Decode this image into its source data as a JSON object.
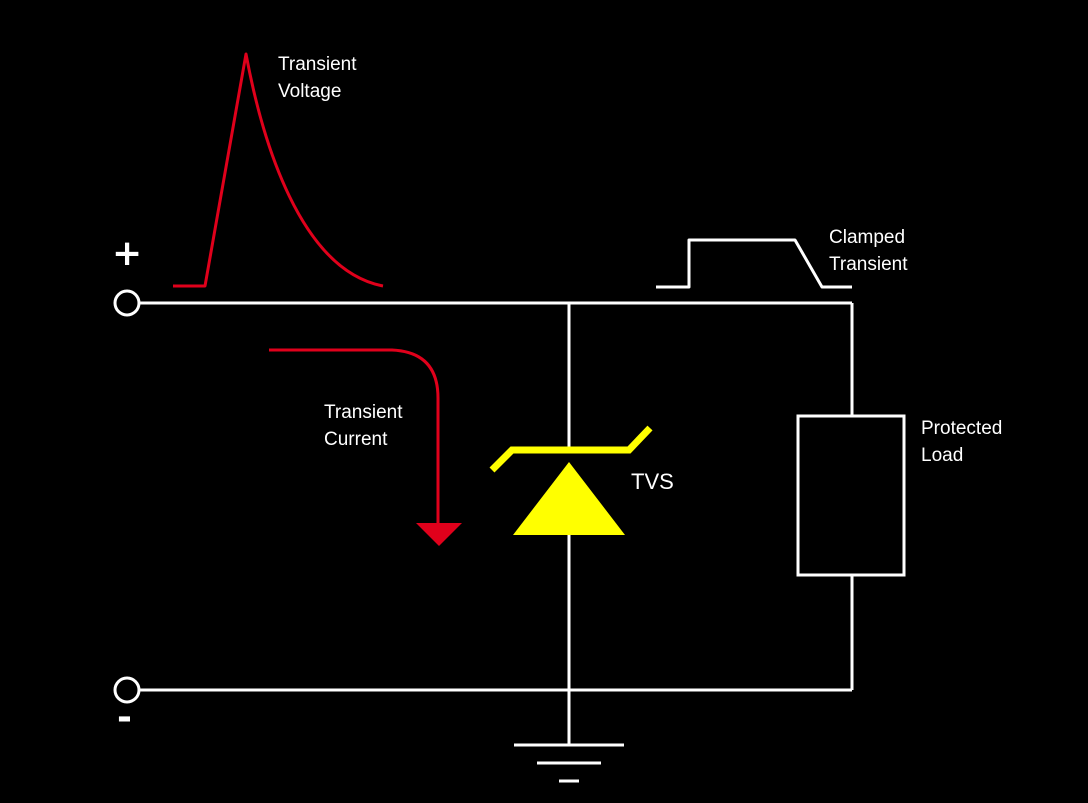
{
  "labels": {
    "transient_voltage": [
      "Transient",
      "Voltage"
    ],
    "clamped_transient": [
      "Clamped",
      "Transient"
    ],
    "transient_current": [
      "Transient",
      "Current"
    ],
    "protected_load": [
      "Protected",
      "Load"
    ],
    "tvs": "TVS"
  },
  "terminals": {
    "positive_symbol": "+",
    "negative_symbol": "-"
  },
  "colors": {
    "background": "#000000",
    "wire": "#ffffff",
    "transient": "#e0001b",
    "tvs_diode": "#ffff00"
  },
  "icons": {
    "tvs": "tvs-diode-icon",
    "load": "resistor-icon",
    "ground": "ground-icon"
  }
}
